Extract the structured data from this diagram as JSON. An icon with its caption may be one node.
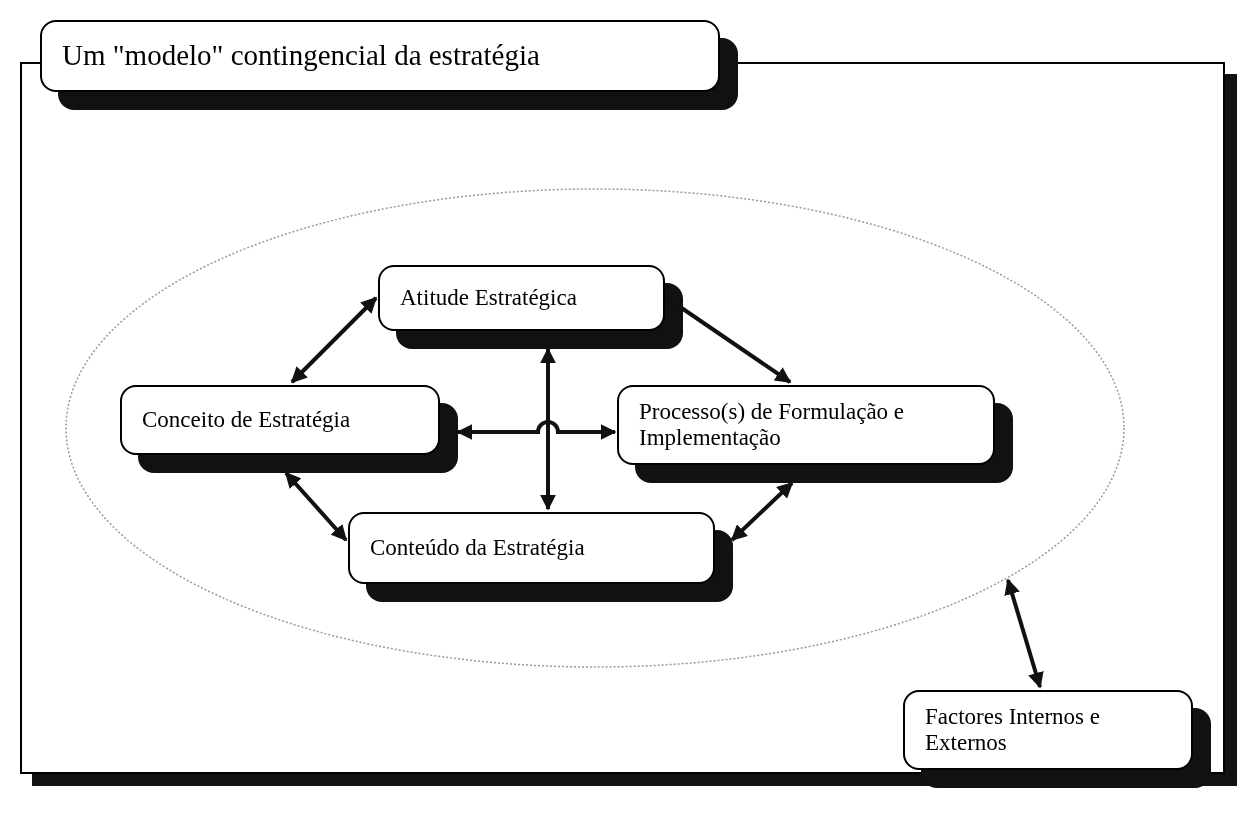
{
  "diagram": {
    "title": "Um \"modelo\" contingencial da estratégia",
    "nodes": [
      {
        "text": [],
        "shape": "ellipse"
      },
      {
        "text": [
          "Atitude Estratégica"
        ],
        "in": 0
      },
      {
        "text": [
          "Conceito de Estratégia"
        ],
        "in": 0
      },
      {
        "text": [
          "Processo(s) de Formulação e Implementação"
        ],
        "in": 0
      },
      {
        "text": [
          "Conteúdo da Estratégia"
        ],
        "in": 0
      },
      {
        "text": [
          "Factores Internos e Externos"
        ]
      }
    ],
    "edges": [
      {
        "from": 2,
        "to": 1,
        "arrow": "both"
      },
      {
        "from": 1,
        "to": 3,
        "arrow": "both"
      },
      {
        "from": 2,
        "to": 4,
        "arrow": "both"
      },
      {
        "from": 4,
        "to": 3,
        "arrow": "both"
      },
      {
        "from": 1,
        "to": 4,
        "arrow": "both"
      },
      {
        "from": 2,
        "to": 3,
        "arrow": "both"
      },
      {
        "from": 0,
        "to": 5,
        "arrow": "both"
      }
    ]
  }
}
